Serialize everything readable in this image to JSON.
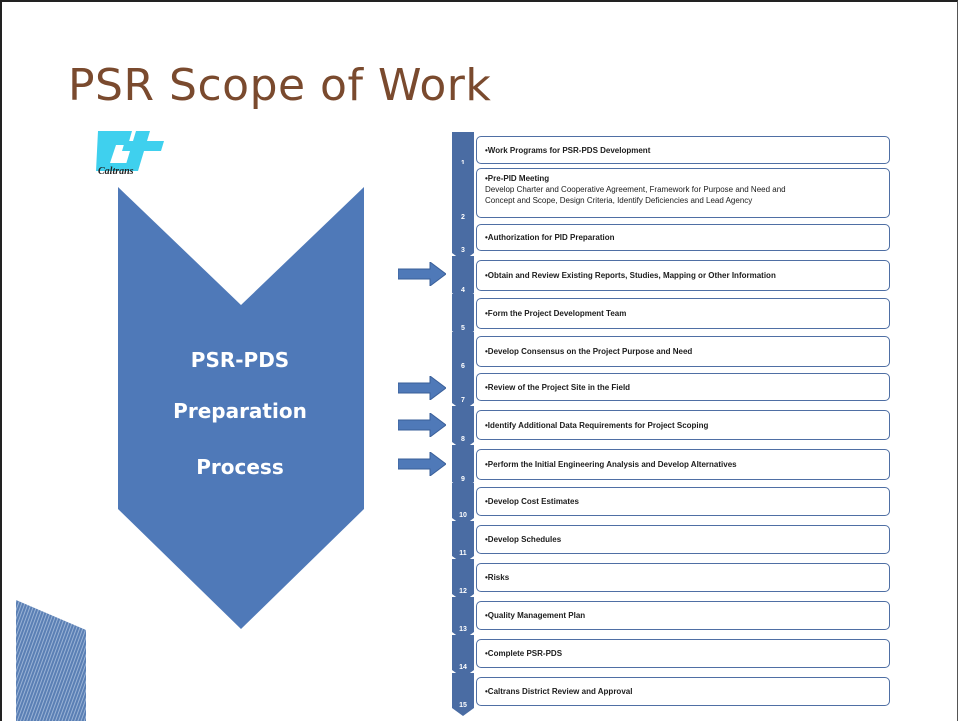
{
  "title": "PSR Scope of Work",
  "logo": {
    "text": "Caltrans",
    "icon": "caltrans-logo"
  },
  "process": {
    "lines": [
      "PSR-PDS",
      "Preparation",
      "Process"
    ]
  },
  "colors": {
    "chevron": "#4f79b8",
    "badge": "#4a6ca3",
    "title": "#7a4a2e",
    "arrow": "#4f79b8",
    "logo": "#3fd0ee"
  },
  "steps": [
    {
      "num": "1",
      "title": "•Work Programs for PSR-PDS Development",
      "detail": []
    },
    {
      "num": "2",
      "title": "•Pre-PID Meeting",
      "detail": [
        "Develop Charter and Cooperative Agreement, Framework for Purpose and Need  and",
        "Concept and Scope, Design Criteria, Identify Deficiencies and Lead Agency"
      ]
    },
    {
      "num": "3",
      "title": "•Authorization for PID Preparation",
      "detail": []
    },
    {
      "num": "4",
      "title": "•Obtain and Review Existing Reports, Studies, Mapping or Other Information",
      "detail": []
    },
    {
      "num": "5",
      "title": "•Form the Project Development Team",
      "detail": []
    },
    {
      "num": "6",
      "title": "•Develop Consensus on the Project Purpose and Need",
      "detail": []
    },
    {
      "num": "7",
      "title": "•Review of the Project Site in the Field",
      "detail": []
    },
    {
      "num": "8",
      "title": "•Identify Additional Data Requirements for Project Scoping",
      "detail": []
    },
    {
      "num": "9",
      "title": "•Perform the Initial Engineering  Analysis and Develop Alternatives",
      "detail": []
    },
    {
      "num": "10",
      "title": "•Develop Cost Estimates",
      "detail": []
    },
    {
      "num": "11",
      "title": "•Develop Schedules",
      "detail": []
    },
    {
      "num": "12",
      "title": "•Risks",
      "detail": []
    },
    {
      "num": "13",
      "title": "•Quality Management Plan",
      "detail": []
    },
    {
      "num": "14",
      "title": "•Complete PSR-PDS",
      "detail": []
    },
    {
      "num": "15",
      "title": "•Caltrans District Review and Approval",
      "detail": []
    }
  ],
  "arrows": [
    {
      "step": "4",
      "icon": "right-arrow-icon"
    },
    {
      "step": "7",
      "icon": "right-arrow-icon"
    },
    {
      "step": "8",
      "icon": "right-arrow-icon"
    },
    {
      "step": "9",
      "icon": "right-arrow-icon"
    }
  ]
}
